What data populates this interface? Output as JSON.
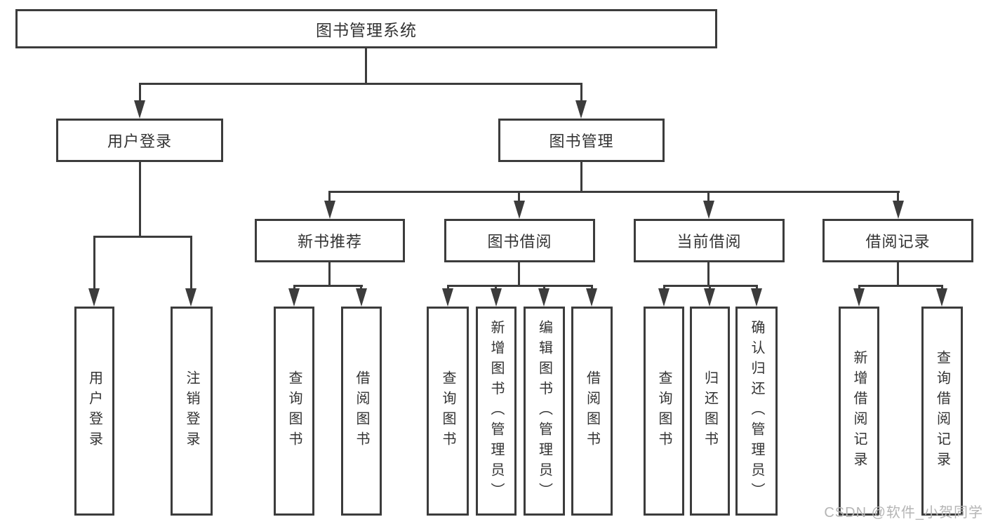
{
  "tree": {
    "label": "图书管理系统",
    "children": [
      {
        "label": "用户登录",
        "children": [
          {
            "label": "用户登录"
          },
          {
            "label": "注销登录"
          }
        ]
      },
      {
        "label": "图书管理",
        "children": [
          {
            "label": "新书推荐",
            "children": [
              {
                "label": "查询图书"
              },
              {
                "label": "借阅图书"
              }
            ]
          },
          {
            "label": "图书借阅",
            "children": [
              {
                "label": "查询图书"
              },
              {
                "label": "新增图书（管理员）"
              },
              {
                "label": "编辑图书（管理员）"
              },
              {
                "label": "借阅图书"
              }
            ]
          },
          {
            "label": "当前借阅",
            "children": [
              {
                "label": "查询图书"
              },
              {
                "label": "归还图书"
              },
              {
                "label": "确认归还（管理员）"
              }
            ]
          },
          {
            "label": "借阅记录",
            "children": [
              {
                "label": "新增借阅记录"
              },
              {
                "label": "查询借阅记录"
              }
            ]
          }
        ]
      }
    ]
  },
  "watermark": "CSDN @软件_小贺同学",
  "colors": {
    "line": "#3c3c3c",
    "text": "#333333",
    "watermark": "#b5b5b5",
    "background": "#ffffff"
  }
}
